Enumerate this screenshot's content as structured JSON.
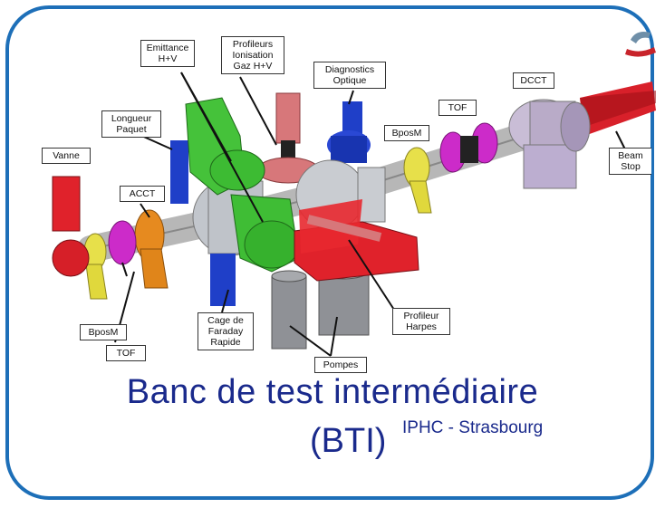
{
  "labels": {
    "emittance": "Emittance\nH+V",
    "profileurs": "Profileurs\nIonisation\nGaz H+V",
    "diagnostics": "Diagnostics\nOptique",
    "dcct": "DCCT",
    "tof_top": "TOF",
    "bposm_top": "BposM",
    "longueur": "Longueur\nPaquet",
    "vanne": "Vanne",
    "acct": "ACCT",
    "beam_stop": "Beam\nStop",
    "bposm_bottom": "BposM",
    "tof_bottom": "TOF",
    "cage": "Cage de\nFaraday\nRapide",
    "profileur_harpes": "Profileur\nHarpes",
    "pompes": "Pompes"
  },
  "title": "Banc de test intermédiaire",
  "subtitle": "(BTI)",
  "organization": "IPHC - Strasbourg",
  "colors": {
    "frame": "#1d6fb8",
    "title": "#1a2a8c"
  }
}
